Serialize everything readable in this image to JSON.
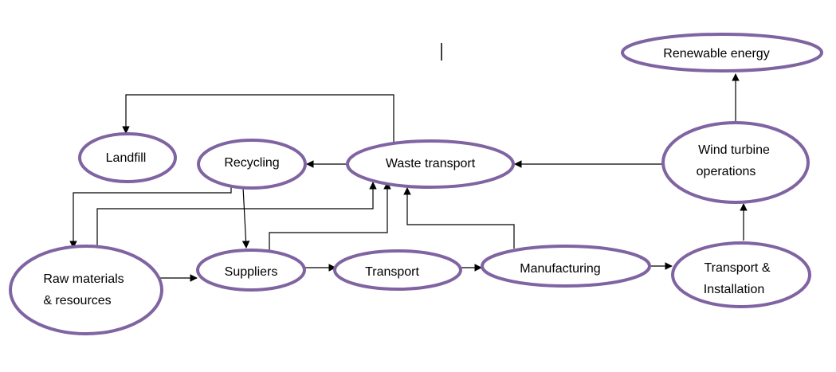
{
  "diagram": {
    "colors": {
      "node_stroke": "#8064a2",
      "edge": "#000000",
      "background": "#ffffff"
    },
    "nodes": {
      "renewable": {
        "line1": "Renewable energy"
      },
      "landfill": {
        "line1": "Landfill"
      },
      "recycling": {
        "line1": "Recycling"
      },
      "waste": {
        "line1": "Waste transport"
      },
      "wind": {
        "line1": "Wind turbine",
        "line2": "operations"
      },
      "raw": {
        "line1": "Raw materials",
        "line2": "& resources"
      },
      "suppliers": {
        "line1": "Suppliers"
      },
      "transport": {
        "line1": "Transport"
      },
      "manufacturing": {
        "line1": "Manufacturing"
      },
      "install": {
        "line1": "Transport &",
        "line2": "Installation"
      }
    },
    "edges": [
      {
        "from": "Raw materials & resources",
        "to": "Suppliers"
      },
      {
        "from": "Suppliers",
        "to": "Transport"
      },
      {
        "from": "Transport",
        "to": "Manufacturing"
      },
      {
        "from": "Manufacturing",
        "to": "Transport & Installation"
      },
      {
        "from": "Transport & Installation",
        "to": "Wind turbine operations"
      },
      {
        "from": "Wind turbine operations",
        "to": "Renewable energy"
      },
      {
        "from": "Wind turbine operations",
        "to": "Waste transport"
      },
      {
        "from": "Waste transport",
        "to": "Recycling"
      },
      {
        "from": "Waste transport",
        "to": "Landfill"
      },
      {
        "from": "Recycling",
        "to": "Raw materials & resources"
      },
      {
        "from": "Recycling",
        "to": "Suppliers"
      },
      {
        "from": "Raw materials & resources",
        "to": "Waste transport"
      },
      {
        "from": "Suppliers",
        "to": "Waste transport"
      },
      {
        "from": "Manufacturing",
        "to": "Waste transport"
      }
    ]
  }
}
